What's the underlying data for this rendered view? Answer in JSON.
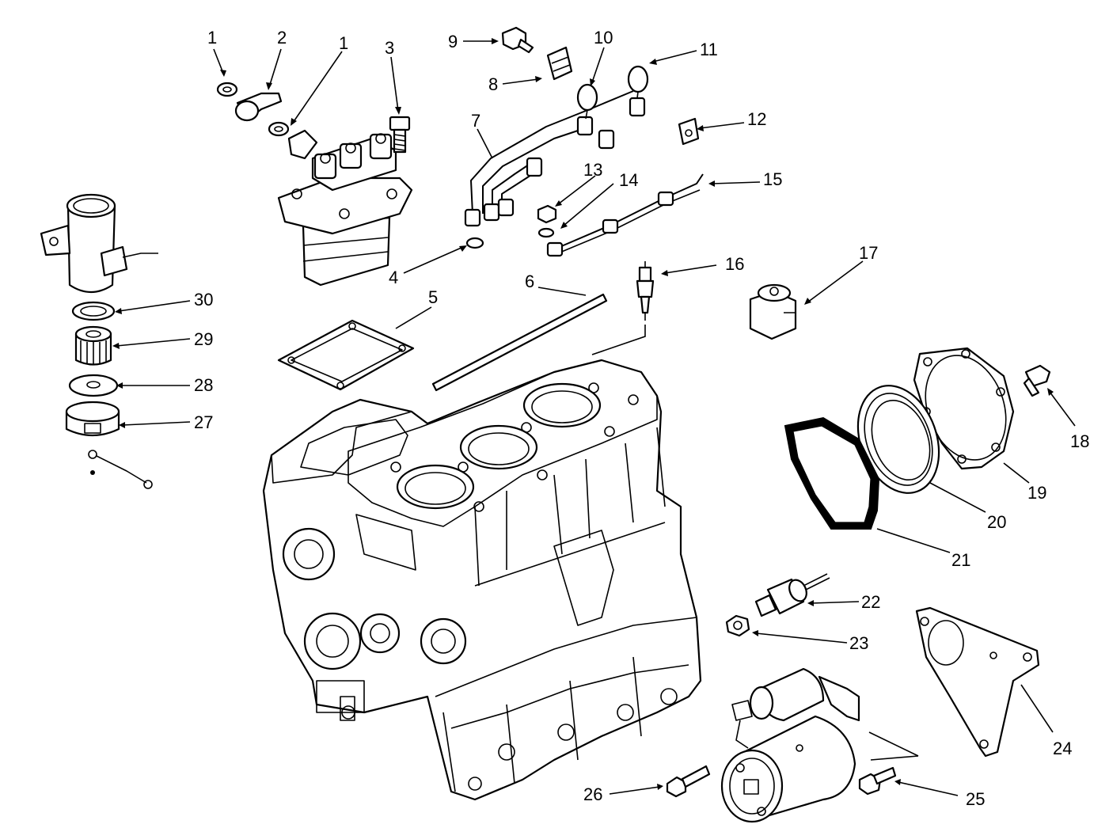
{
  "callouts": [
    {
      "id": "c1a",
      "text": "1"
    },
    {
      "id": "c2",
      "text": "2"
    },
    {
      "id": "c1b",
      "text": "1"
    },
    {
      "id": "c3",
      "text": "3"
    },
    {
      "id": "c9",
      "text": "9"
    },
    {
      "id": "c10",
      "text": "10"
    },
    {
      "id": "c11",
      "text": "11"
    },
    {
      "id": "c8",
      "text": "8"
    },
    {
      "id": "c7",
      "text": "7"
    },
    {
      "id": "c12",
      "text": "12"
    },
    {
      "id": "c13",
      "text": "13"
    },
    {
      "id": "c14",
      "text": "14"
    },
    {
      "id": "c15",
      "text": "15"
    },
    {
      "id": "c4",
      "text": "4"
    },
    {
      "id": "c16",
      "text": "16"
    },
    {
      "id": "c17",
      "text": "17"
    },
    {
      "id": "c5",
      "text": "5"
    },
    {
      "id": "c6",
      "text": "6"
    },
    {
      "id": "c30",
      "text": "30"
    },
    {
      "id": "c29",
      "text": "29"
    },
    {
      "id": "c28",
      "text": "28"
    },
    {
      "id": "c27",
      "text": "27"
    },
    {
      "id": "c18",
      "text": "18"
    },
    {
      "id": "c19",
      "text": "19"
    },
    {
      "id": "c20",
      "text": "20"
    },
    {
      "id": "c21",
      "text": "21"
    },
    {
      "id": "c22",
      "text": "22"
    },
    {
      "id": "c23",
      "text": "23"
    },
    {
      "id": "c24",
      "text": "24"
    },
    {
      "id": "c25",
      "text": "25"
    },
    {
      "id": "c26",
      "text": "26"
    }
  ]
}
